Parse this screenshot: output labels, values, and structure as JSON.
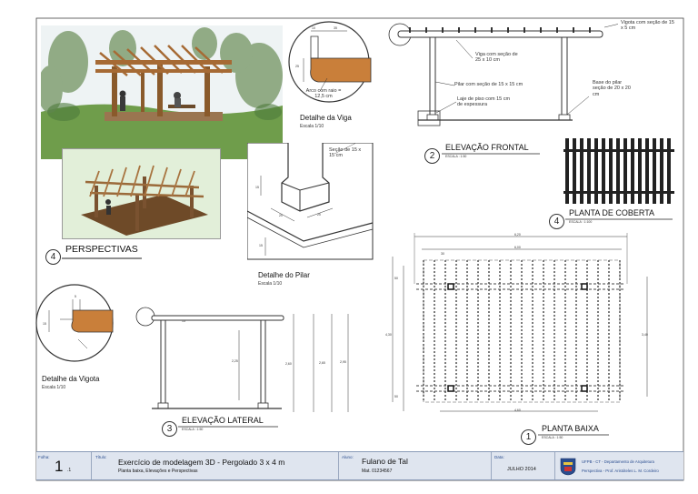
{
  "views": {
    "perspectives": {
      "number": "4",
      "title": "PERSPECTIVAS"
    },
    "beam_detail": {
      "title": "Detalhe da Viga",
      "scale": "Escala 1/10",
      "dim_a": "10",
      "dim_b": "35",
      "dim_c": "25",
      "note": "Arco com raio = 12,5 cm"
    },
    "pillar_detail": {
      "title": "Detalhe do Pilar",
      "scale": "Escala 1/10",
      "section_note": "Seção de 15 x 15 cm",
      "dim_15": "15",
      "dim_20a": "20",
      "dim_20b": "20",
      "dim_15b": "15"
    },
    "front_elevation": {
      "number": "2",
      "title": "ELEVAÇÃO FRONTAL",
      "scale": "ESCALA : 1:50",
      "note_joist": "Vigota com seção de 15 x 5 cm",
      "note_beam": "Viga com seção de 25 x 10 cm",
      "note_pillar": "Pilar com seção de 15 x 15 cm",
      "note_slab": "Laje de piso com 15 cm de espessura",
      "note_base": "Base do pilar seção de 20 x 20 cm"
    },
    "roof_plan": {
      "number": "4",
      "title": "PLANTA DE COBERTA",
      "scale": "ESCALA : 1:100"
    },
    "joist_detail": {
      "title": "Detalhe da Vigota",
      "scale": "Escala 1/10",
      "dim_a": "5",
      "dim_b": "15"
    },
    "side_elevation": {
      "number": "3",
      "title": "ELEVAÇÃO LATERAL",
      "scale": "ESCALA : 1:50",
      "dim_top": "15",
      "dim_h1": "2,25",
      "dim_h2": "2,60",
      "dim_h3": "2,65",
      "dim_h4": "2,95"
    },
    "floor_plan": {
      "number": "1",
      "title": "PLANTA BAIXA",
      "scale": "ESCALA : 1:50",
      "dim_w1": "6,20",
      "dim_w2": "6,00",
      "dim_w3": "4,60",
      "dim_h1": "4,30",
      "dim_h2": "3,40",
      "dim_s1": "30",
      "dim_s2": "50",
      "dim_s3": "50"
    }
  },
  "titleblock": {
    "sheet_label": "Folha:",
    "sheet_no": "1",
    "sheet_total": ".1",
    "title_label": "Título:",
    "title": "Exercício de modelagem 3D - Pergolado 3 x 4 m",
    "subtitle": "Planta baixa, Elevações e Perspectivas",
    "student_label": "Aluno:",
    "student_name": "Fulano de Tal",
    "student_id": "Mat. 01234567",
    "date_label": "Data:",
    "date": "JULHO 2014",
    "institution": "UFPB - CT - Departamento de Arquitetura",
    "course": "Perspectiva - Prof. Aristóteles L. M. Cordeiro"
  },
  "colors": {
    "wood": "#c97f3a",
    "frame": "#333333",
    "sky": "#e6eef2",
    "grass": "#5d8a3e",
    "titlebar": "#dfe5ef"
  },
  "icons": [
    "university-seal-icon"
  ]
}
